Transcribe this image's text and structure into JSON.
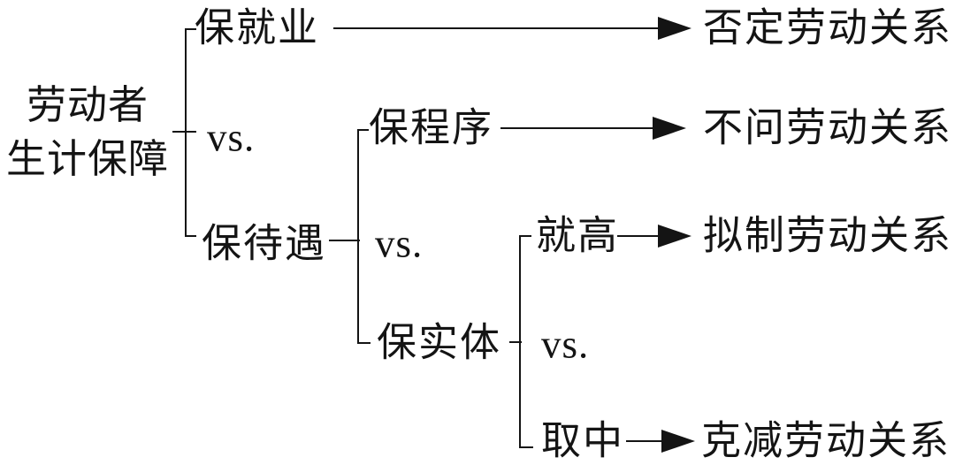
{
  "diagram": {
    "title": "labor-livelihood-protection-decision-tree",
    "root": {
      "line1": "劳动者",
      "line2": "生计保障"
    },
    "level1": {
      "top": "保就业",
      "vs": "vs.",
      "bottom": "保待遇"
    },
    "level2": {
      "top": "保程序",
      "vs": "vs.",
      "bottom": "保实体"
    },
    "level3": {
      "top": "就高",
      "vs": "vs.",
      "bottom": "取中"
    },
    "outcomes": {
      "row1": "否定劳动关系",
      "row2": "不问劳动关系",
      "row3": "拟制劳动关系",
      "row4": "克减劳动关系"
    },
    "colors": {
      "ink": "#141414",
      "background": "#ffffff"
    }
  }
}
